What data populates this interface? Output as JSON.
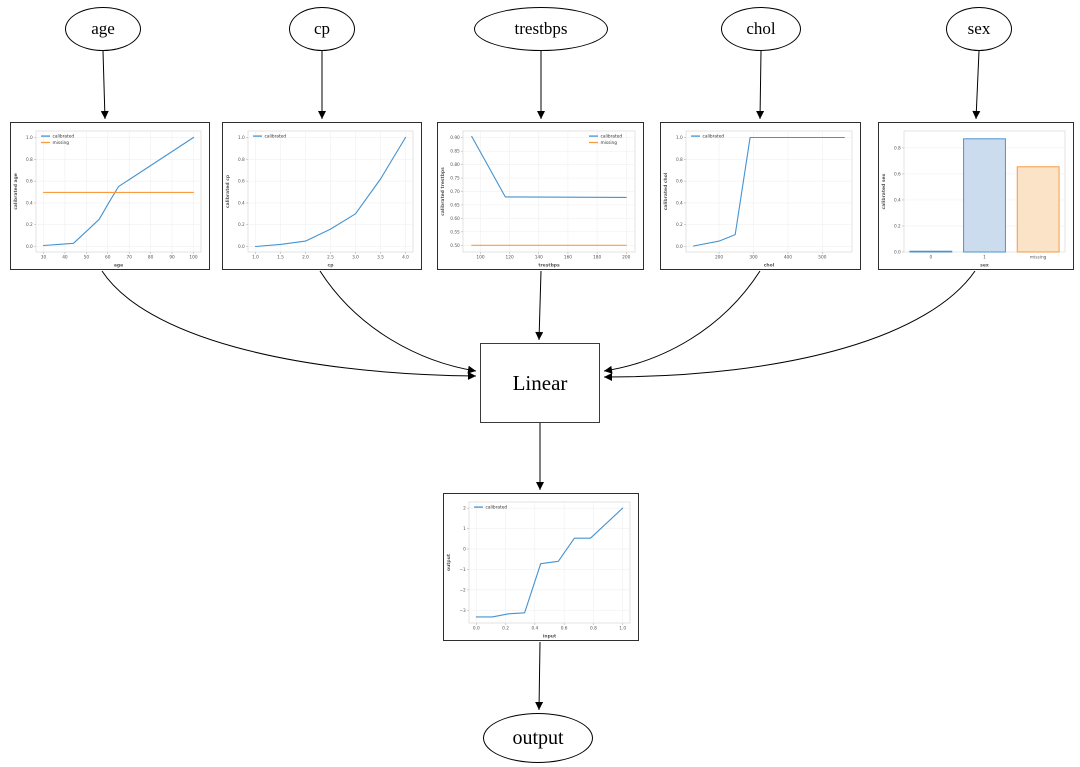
{
  "graph": {
    "input_nodes": [
      "age",
      "cp",
      "trestbps",
      "chol",
      "sex"
    ],
    "combiner_label": "Linear",
    "output_label": "output",
    "edges": [
      {
        "from": "age",
        "to": "age-calibrator"
      },
      {
        "from": "cp",
        "to": "cp-calibrator"
      },
      {
        "from": "trestbps",
        "to": "trestbps-calibrator"
      },
      {
        "from": "chol",
        "to": "chol-calibrator"
      },
      {
        "from": "sex",
        "to": "sex-calibrator"
      },
      {
        "from": "age-calibrator",
        "to": "linear"
      },
      {
        "from": "cp-calibrator",
        "to": "linear"
      },
      {
        "from": "trestbps-calibrator",
        "to": "linear"
      },
      {
        "from": "chol-calibrator",
        "to": "linear"
      },
      {
        "from": "sex-calibrator",
        "to": "linear"
      },
      {
        "from": "linear",
        "to": "output-calibrator"
      },
      {
        "from": "output-calibrator",
        "to": "output"
      }
    ]
  },
  "colors": {
    "calibrated_line": "#4593d0",
    "missing_line": "#fb9a40",
    "bar_blue_fill": "#cadcee",
    "bar_blue_stroke": "#4e94cc",
    "bar_orange_fill": "#fbe3c8",
    "bar_orange_stroke": "#f79a44"
  },
  "chart_data": [
    {
      "id": "age",
      "type": "line",
      "xlabel": "age",
      "ylabel": "calibrated age",
      "xlim": [
        26.5,
        103.5
      ],
      "ylim": [
        -0.05,
        1.06
      ],
      "xtick_vals": [
        30,
        40,
        50,
        60,
        70,
        80,
        90,
        100
      ],
      "xtick_labels": [
        "30",
        "40",
        "50",
        "60",
        "70",
        "80",
        "90",
        "100"
      ],
      "ytick_vals": [
        0,
        0.2,
        0.4,
        0.6,
        0.8,
        1
      ],
      "ytick_labels": [
        "0.0",
        "0.2",
        "0.4",
        "0.6",
        "0.8",
        "1.0"
      ],
      "legend_pos": "tl",
      "series": [
        {
          "name": "calibrated",
          "color": "#4593d0",
          "points": [
            [
              30,
              0.01
            ],
            [
              37,
              0.02
            ],
            [
              44,
              0.03
            ],
            [
              50,
              0.14
            ],
            [
              56,
              0.25
            ],
            [
              61,
              0.42
            ],
            [
              65,
              0.55
            ],
            [
              100,
              1.0
            ]
          ]
        },
        {
          "name": "missing",
          "color": "#fb9a40",
          "points": [
            [
              30,
              0.497
            ],
            [
              100,
              0.497
            ]
          ]
        }
      ]
    },
    {
      "id": "cp",
      "type": "line",
      "xlabel": "cp",
      "ylabel": "calibrated cp",
      "xlim": [
        0.85,
        4.15
      ],
      "ylim": [
        -0.05,
        1.06
      ],
      "xtick_vals": [
        1,
        1.5,
        2,
        2.5,
        3,
        3.5,
        4
      ],
      "xtick_labels": [
        "1.0",
        "1.5",
        "2.0",
        "2.5",
        "3.0",
        "3.5",
        "4.0"
      ],
      "ytick_vals": [
        0,
        0.2,
        0.4,
        0.6,
        0.8,
        1
      ],
      "ytick_labels": [
        "0.0",
        "0.2",
        "0.4",
        "0.6",
        "0.8",
        "1.0"
      ],
      "legend_pos": "tl",
      "series": [
        {
          "name": "calibrated",
          "color": "#4593d0",
          "points": [
            [
              1,
              0.0
            ],
            [
              1.5,
              0.02
            ],
            [
              2,
              0.05
            ],
            [
              2.5,
              0.16
            ],
            [
              3,
              0.3
            ],
            [
              3.5,
              0.62
            ],
            [
              4,
              1.0
            ]
          ]
        }
      ]
    },
    {
      "id": "trestbps",
      "type": "line",
      "xlabel": "trestbps",
      "ylabel": "calibrated trestbps",
      "xlim": [
        88,
        206
      ],
      "ylim": [
        0.475,
        0.925
      ],
      "xtick_vals": [
        100,
        120,
        140,
        160,
        180,
        200
      ],
      "xtick_labels": [
        "100",
        "120",
        "140",
        "160",
        "180",
        "200"
      ],
      "ytick_vals": [
        0.5,
        0.55,
        0.6,
        0.65,
        0.7,
        0.75,
        0.8,
        0.85,
        0.9
      ],
      "ytick_labels": [
        "0.50",
        "0.55",
        "0.60",
        "0.65",
        "0.70",
        "0.75",
        "0.80",
        "0.85",
        "0.90"
      ],
      "legend_pos": "tr",
      "series": [
        {
          "name": "calibrated",
          "color": "#4593d0",
          "points": [
            [
              94,
              0.905
            ],
            [
              117,
              0.68
            ],
            [
              200,
              0.678
            ]
          ]
        },
        {
          "name": "missing",
          "color": "#fb9a40",
          "points": [
            [
              94,
              0.5
            ],
            [
              200,
              0.5
            ]
          ]
        }
      ]
    },
    {
      "id": "chol",
      "type": "line",
      "xlabel": "chol",
      "ylabel": "calibrated chol",
      "xlim": [
        104,
        586
      ],
      "ylim": [
        -0.05,
        1.06
      ],
      "xtick_vals": [
        200,
        300,
        400,
        500
      ],
      "xtick_labels": [
        "200",
        "300",
        "400",
        "500"
      ],
      "ytick_vals": [
        0,
        0.2,
        0.4,
        0.6,
        0.8,
        1
      ],
      "ytick_labels": [
        "0.0",
        "0.2",
        "0.4",
        "0.6",
        "0.8",
        "1.0"
      ],
      "legend_pos": "tl",
      "series": [
        {
          "name": "calibrated",
          "color": "#4593d0",
          "points": [
            [
              126,
              0.005
            ],
            [
              200,
              0.05
            ],
            [
              247,
              0.11
            ],
            [
              290,
              1.0
            ],
            [
              564,
              1.0
            ]
          ]
        }
      ]
    },
    {
      "id": "sex",
      "type": "bar",
      "xlabel": "sex",
      "ylabel": "calibrated sex",
      "ylim": [
        0,
        0.93
      ],
      "categories": [
        "0",
        "1",
        "missing"
      ],
      "values": [
        0.006,
        0.87,
        0.655
      ],
      "ytick_vals": [
        0,
        0.2,
        0.4,
        0.6,
        0.8
      ],
      "ytick_labels": [
        "0.0",
        "0.2",
        "0.4",
        "0.6",
        "0.8"
      ],
      "bar_fills": [
        "#cadcee",
        "#cadcee",
        "#fbe3c8"
      ],
      "bar_strokes": [
        "#4e94cc",
        "#4e94cc",
        "#f79a44"
      ],
      "legend_pos": "none",
      "series": []
    },
    {
      "id": "output",
      "type": "line",
      "xlabel": "input",
      "ylabel": "output",
      "xlim": [
        -0.05,
        1.05
      ],
      "ylim": [
        -3.62,
        2.3
      ],
      "xtick_vals": [
        0,
        0.2,
        0.4,
        0.6,
        0.8,
        1
      ],
      "xtick_labels": [
        "0.0",
        "0.2",
        "0.4",
        "0.6",
        "0.8",
        "1.0"
      ],
      "ytick_vals": [
        -3,
        -2,
        -1,
        0,
        1,
        2
      ],
      "ytick_labels": [
        "−3",
        "−2",
        "−1",
        "0",
        "1",
        "2"
      ],
      "legend_pos": "tl",
      "series": [
        {
          "name": "calibrated",
          "color": "#4593d0",
          "points": [
            [
              0,
              -3.32
            ],
            [
              0.11,
              -3.32
            ],
            [
              0.22,
              -3.17
            ],
            [
              0.33,
              -3.12
            ],
            [
              0.44,
              -0.72
            ],
            [
              0.56,
              -0.6
            ],
            [
              0.67,
              0.53
            ],
            [
              0.78,
              0.53
            ],
            [
              1.0,
              2.0
            ]
          ]
        }
      ]
    }
  ]
}
